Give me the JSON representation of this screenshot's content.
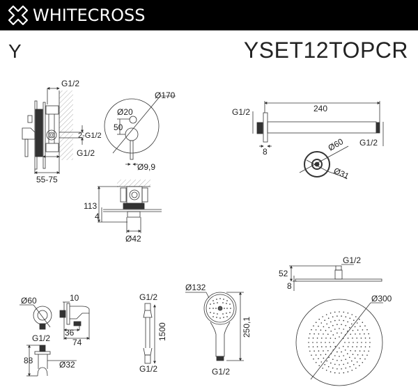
{
  "header": {
    "brand": "WHITECROSS",
    "logo_icon": "x-cross-logo-icon",
    "background": "#000000"
  },
  "product": {
    "series": "Y",
    "model": "YSET12TOPCR"
  },
  "mixer_side_view": {
    "top_connection": "G1/2",
    "outlet_connection": "2-G1/2",
    "bottom_connection": "G1/2",
    "depth_range": "55-75"
  },
  "mixer_front_view": {
    "plate_diameter": "Ø170",
    "knob_diameter": "Ø20",
    "knob_spacing": "50",
    "lever_diameter": "Ø9,9"
  },
  "mixer_top_view": {
    "total_depth": "113",
    "plate_thickness": "4",
    "body_diameter": "Ø42"
  },
  "shower_arm": {
    "length": "240",
    "wall_connection": "G1/2",
    "head_connection": "G1/2",
    "flange_thickness": "8",
    "flange_diameter": "Ø60",
    "pipe_diameter": "Ø31"
  },
  "wall_outlet_holder": {
    "flange_diameter": "Ø60",
    "connection": "G1/2",
    "height": "88",
    "holder_diameter": "Ø32",
    "flange_depth": "10",
    "outlet_offset": "36",
    "total_depth": "74"
  },
  "shower_hose": {
    "top_connection": "G1/2",
    "length": "1500",
    "bottom_connection": "G1/2"
  },
  "hand_shower": {
    "head_diameter": "Ø132",
    "length": "250,1",
    "connection": "G1/2"
  },
  "rain_shower_head": {
    "connection": "G1/2",
    "height": "52",
    "thickness": "8",
    "diameter": "Ø300"
  }
}
